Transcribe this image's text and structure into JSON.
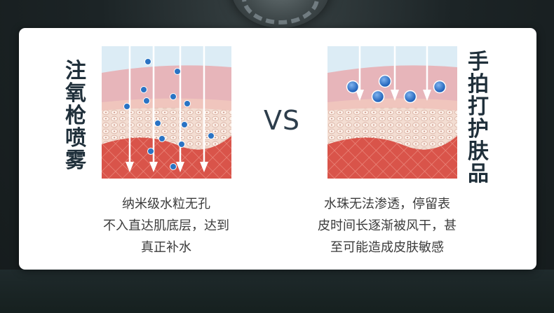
{
  "left_panel": {
    "title_chars": [
      "注",
      "氧",
      "枪",
      "喷",
      "雾"
    ],
    "caption_lines": [
      "纳米级水粒无孔",
      "不入直达肌底层，达到",
      "真正补水"
    ]
  },
  "center": {
    "vs_label": "VS"
  },
  "right_panel": {
    "title_chars": [
      "手",
      "拍",
      "打",
      "护",
      "肤",
      "品"
    ],
    "caption_lines": [
      "水珠无法渗透，停留表",
      "皮时间长逐渐被风干，甚",
      "至可能造成皮肤敏感"
    ]
  },
  "colors": {
    "skin_top": "#e7b5ba",
    "skin_mid": "#f2d0c7",
    "skin_deep": "#d9544a",
    "droplet": "#2a73c4",
    "title": "#1f2f3a",
    "caption": "#3b3b3b"
  }
}
